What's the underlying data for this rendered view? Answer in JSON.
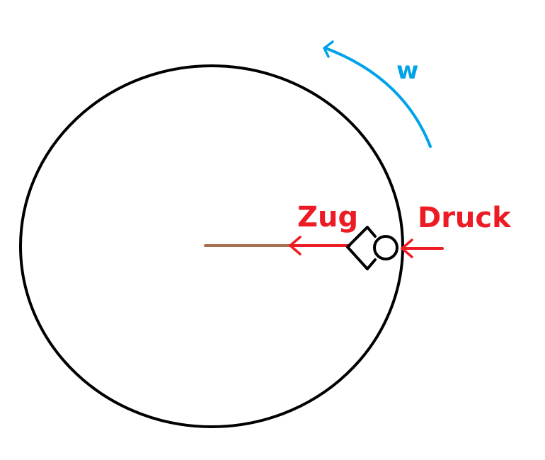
{
  "labels": {
    "omega": "w",
    "tension": "Zug",
    "compression": "Druck"
  },
  "colors": {
    "circle": "#000000",
    "rod": "#a8714e",
    "force": "#ed1c24",
    "rotation": "#00a2e8",
    "background": "#ffffff"
  }
}
